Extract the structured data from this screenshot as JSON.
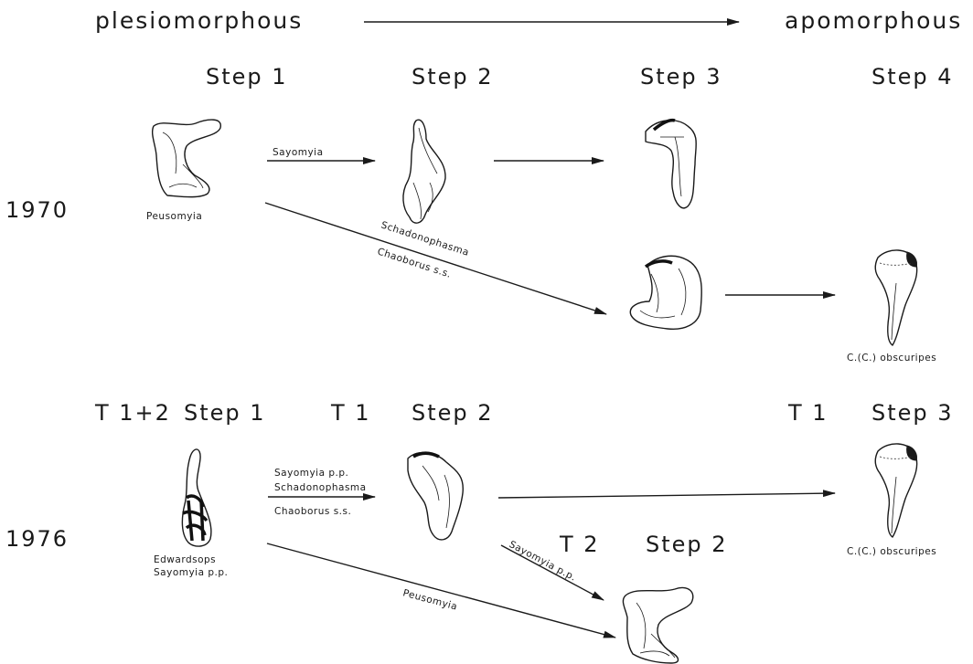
{
  "header": {
    "left": "plesiomorphous",
    "right": "apomorphous"
  },
  "years": {
    "y1970": "1970",
    "y1976": "1976"
  },
  "panel_1970": {
    "step1": "Step 1",
    "step2": "Step 2",
    "step3": "Step 3",
    "step4": "Step 4",
    "taxon_step1": "Peusomyia",
    "arrow_label_sayomyia": "Sayomyia",
    "diag_label_upper": "Schadonophasma",
    "diag_label_lower": "Chaoborus s.s.",
    "taxon_step4": "C.(C.) obscuripes"
  },
  "panel_1976": {
    "t12": "T 1+2",
    "step1": "Step 1",
    "t1_a": "T 1",
    "step2": "Step 2",
    "t1_b": "T 1",
    "step3": "Step 3",
    "t2": "T 2",
    "step2_b": "Step 2",
    "arrow_labels": [
      "Sayomyia p.p.",
      "Schadonophasma",
      "Chaoborus s.s."
    ],
    "taxon_step1_a": "Edwardsops",
    "taxon_step1_b": "Sayomyia p.p.",
    "taxon_step3": "C.(C.) obscuripes",
    "diag_sayomyia": "Sayomyia p.p.",
    "diag_peusomyia": "Peusomyia"
  }
}
